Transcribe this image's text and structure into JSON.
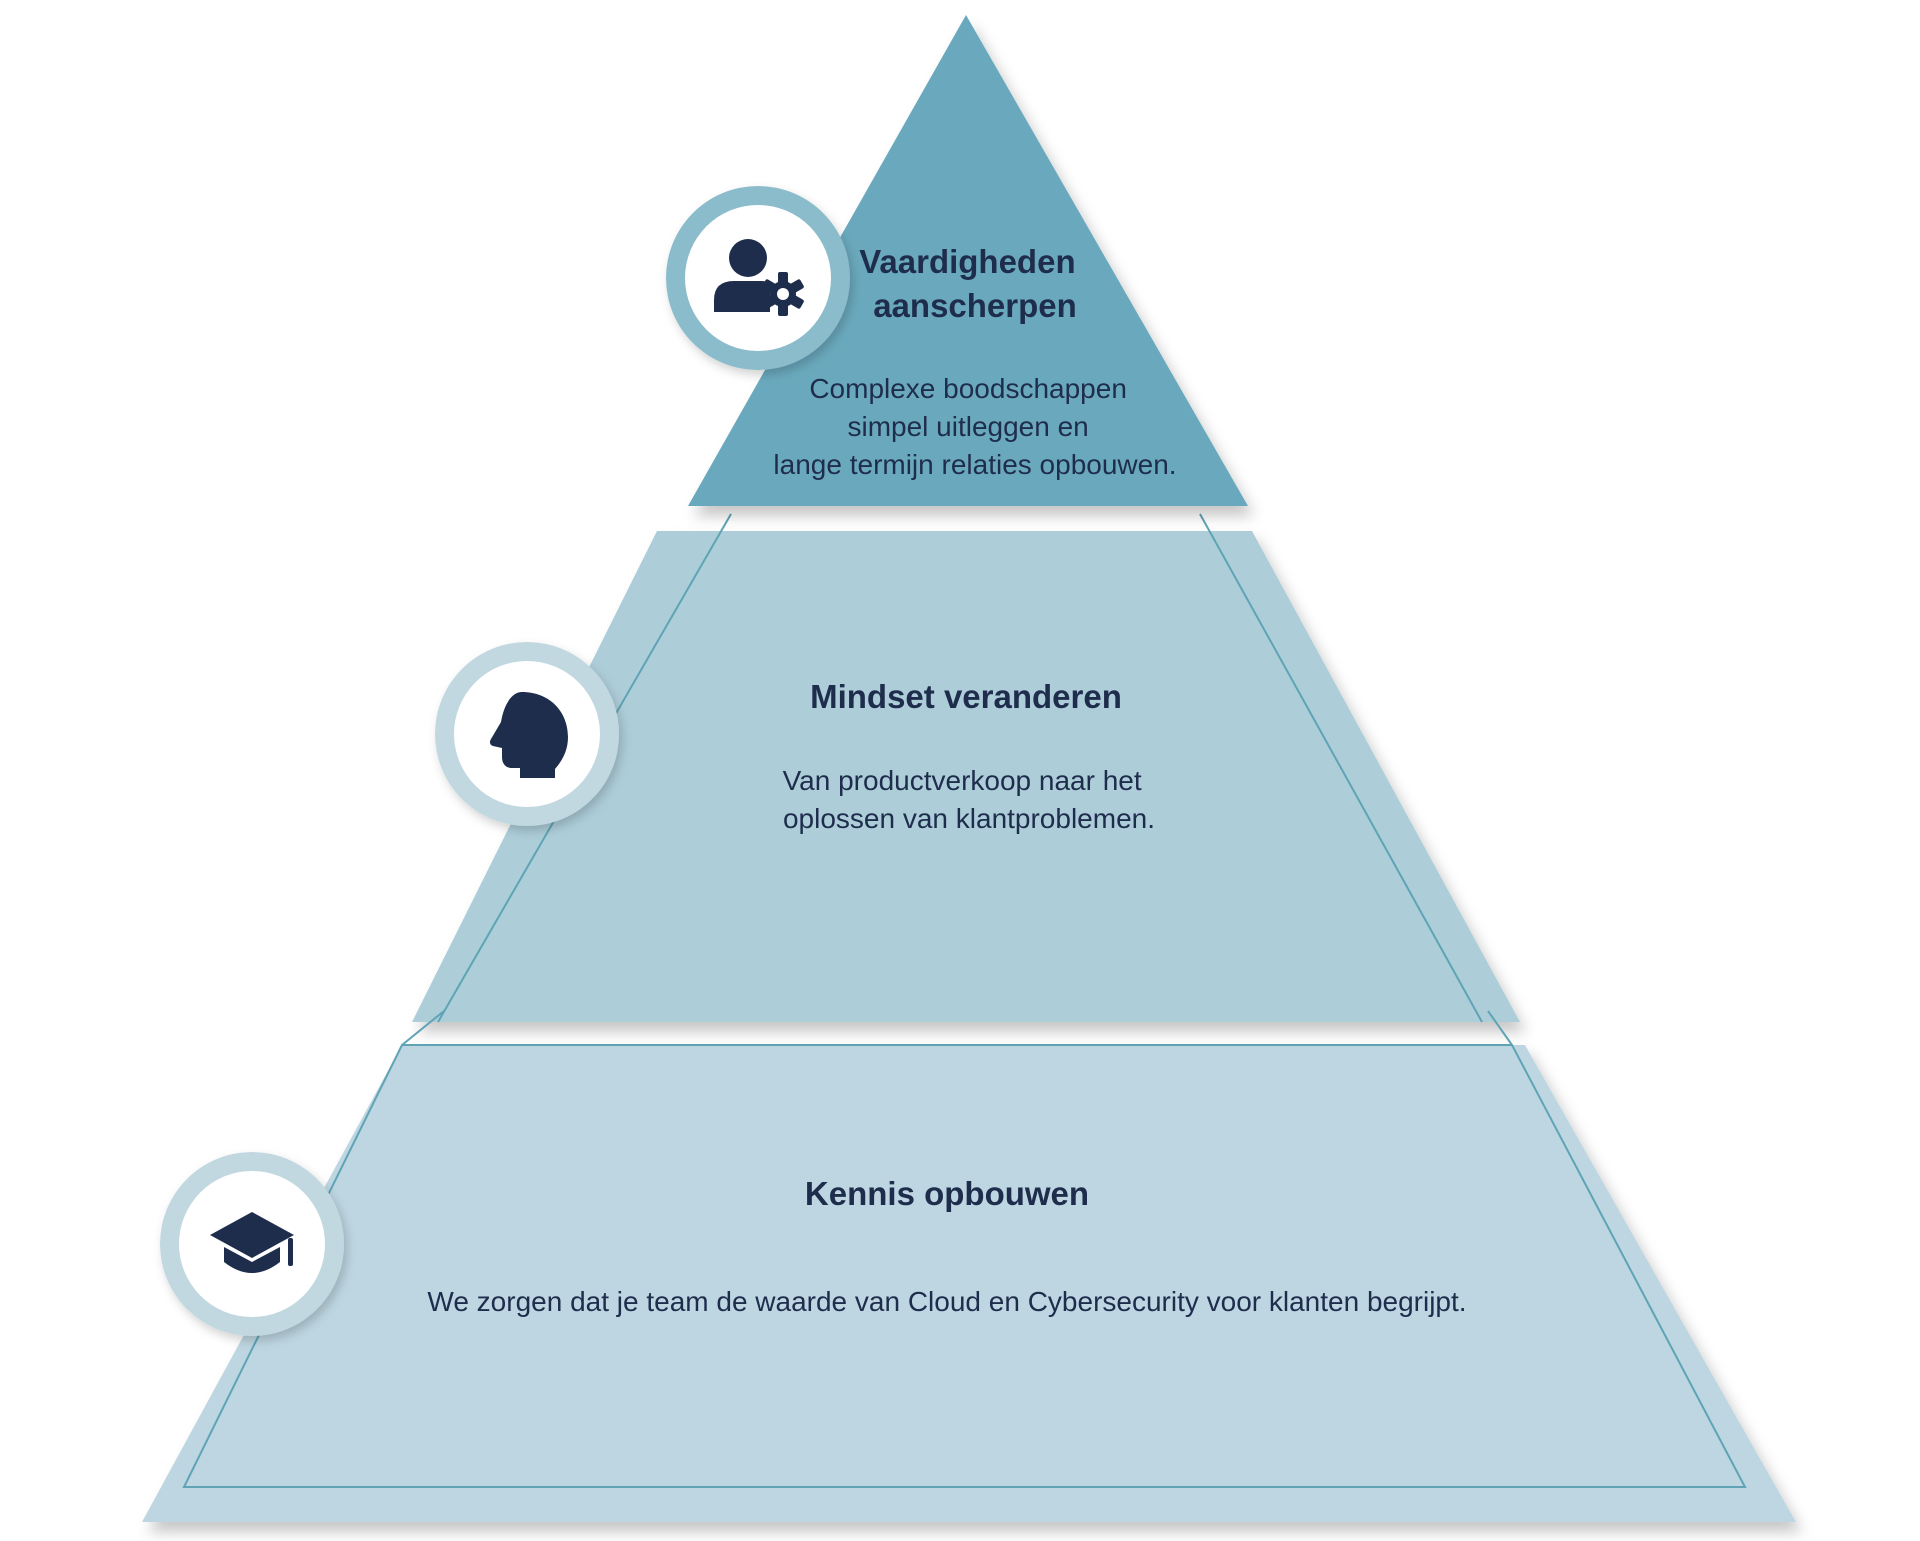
{
  "colors": {
    "top_fill": "#6aa9bd",
    "middle_fill": "#adcdd9",
    "bottom_fill": "#bdd6e1",
    "outline": "#5fa4b5",
    "text": "#1f2d4d",
    "circle_ring": "#c2d8e1",
    "top_circle_ring": "#8bbccb",
    "icon": "#1f2d4d"
  },
  "tiers": [
    {
      "title_lines": [
        "Vaardigheden",
        "aanscherpen"
      ],
      "description_lines": [
        "Complexe boodschappen",
        "simpel uitleggen en",
        "lange termijn relaties opbouwen."
      ],
      "icon": "user-gear-icon"
    },
    {
      "title_lines": [
        "Mindset veranderen"
      ],
      "description_lines": [
        "Van productverkoop naar het",
        "oplossen van klantproblemen."
      ],
      "icon": "brain-head-icon"
    },
    {
      "title_lines": [
        "Kennis opbouwen"
      ],
      "description_lines": [
        "We zorgen dat je team de waarde van Cloud en Cybersecurity voor klanten begrijpt."
      ],
      "icon": "graduation-cap-icon"
    }
  ]
}
